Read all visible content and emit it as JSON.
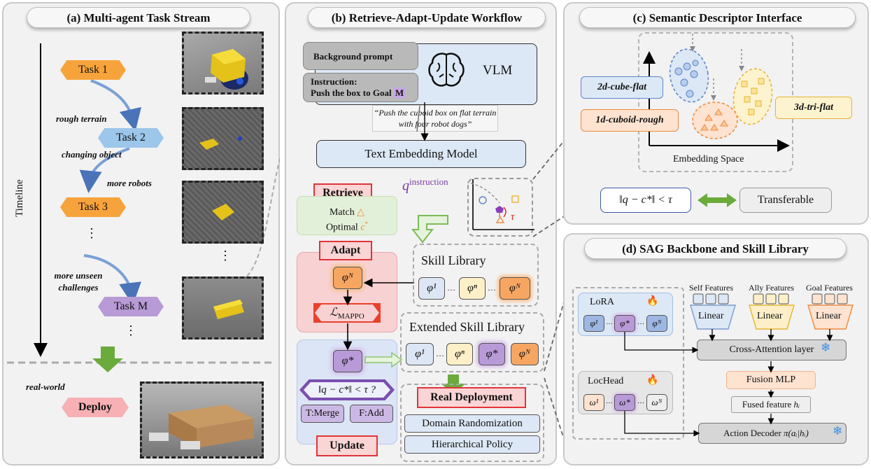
{
  "panel_a": {
    "title": "(a) Multi-agent Task Stream",
    "timeline_label": "Timeline",
    "tasks": [
      "Task 1",
      "Task 2",
      "Task 3",
      "Task M"
    ],
    "ellipsis": "⋮",
    "transitions": [
      "rough terrain",
      "changing object",
      "more robots",
      "more unseen challenges"
    ],
    "real_world_label": "real-world",
    "deploy_label": "Deploy"
  },
  "panel_b": {
    "title": "(b) Retrieve-Adapt-Update Workflow",
    "background_prompt": "Background prompt",
    "instruction_line1": "Instruction:",
    "instruction_line2": "Push the box to Goal",
    "instruction_goal": "M",
    "vlm_label": "VLM",
    "vlm_output": "“Push the cuboid box on flat terrain with four robot dogs”",
    "text_embedding": "Text Embedding Model",
    "q_instruction_base": "q",
    "q_instruction_sup": "instruction",
    "retrieve_title": "Retrieve",
    "retrieve_match": "Match",
    "retrieve_optimal": "Optimal",
    "tau": "τ",
    "skill_library": "Skill Library",
    "skills": [
      "φ¹",
      "…",
      "φⁿ",
      "…",
      "φᴺ"
    ],
    "adapt_title": "Adapt",
    "adapt_phi": "φᴺ",
    "loss_label": "ℒ",
    "loss_sub": "MAPPO",
    "update_phi": "φ*",
    "condition": "‖q − c*‖ < τ ?",
    "merge": "T:Merge",
    "add": "F:Add",
    "update_title": "Update",
    "extended_skill_library": "Extended Skill Library",
    "extended_skills": [
      "φ¹",
      "…",
      "φⁿ",
      "φ*",
      "φᴺ"
    ],
    "real_deployment": "Real Deployment",
    "domain_randomization": "Domain Randomization",
    "hierarchical_policy": "Hierarchical Policy"
  },
  "panel_c": {
    "title": "(c) Semantic Descriptor Interface",
    "labels": [
      "2d-cube-flat",
      "1d-cuboid-rough",
      "3d-tri-flat"
    ],
    "axis_label": "Embedding Space",
    "formula": "‖q − c*‖ < τ",
    "transferable": "Transferable"
  },
  "panel_d": {
    "title": "(d) SAG Backbone and Skill Library",
    "feature_headers": [
      "Self Features",
      "Ally Features",
      "Goal Features"
    ],
    "linear": "Linear",
    "lora": "LoRA",
    "lora_items": [
      "φ¹",
      "…",
      "φ*",
      "…",
      "φᴺ"
    ],
    "lochead": "LocHead",
    "lochead_items": [
      "ω¹",
      "…",
      "ω*",
      "…",
      "ωᴺ"
    ],
    "cross_attention": "Cross-Attention layer",
    "fusion_mlp": "Fusion MLP",
    "fused_feature": "Fused feature",
    "fused_sym": "hᵢ",
    "action_decoder": "Action Decoder",
    "action_sym": "π(aᵢ|hᵢ)",
    "fire_icon": "🔥",
    "snow_icon": "❄"
  }
}
